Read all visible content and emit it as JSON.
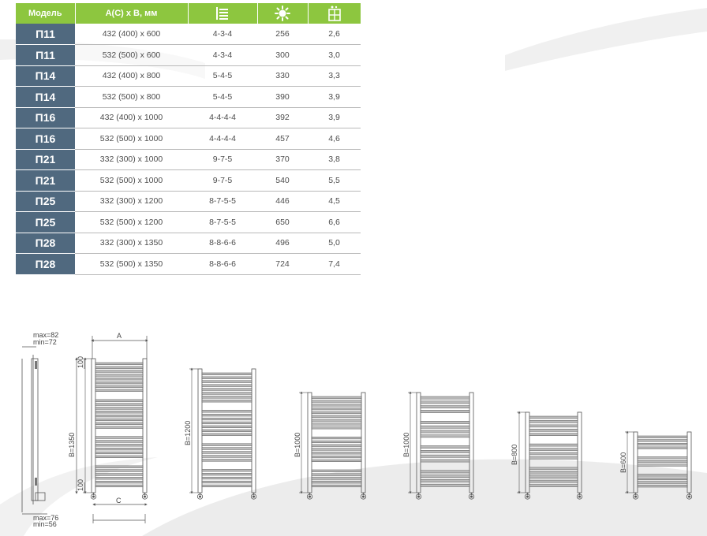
{
  "table": {
    "headers": {
      "model": "Модель",
      "dimensions": "A(C) x B,  мм",
      "sections_icon": "sections-icon",
      "heat_icon": "heat-output-icon",
      "weight_icon": "weight-icon"
    },
    "rows": [
      {
        "model": "П11",
        "size": "432 (400) x 600",
        "sections": "4-3-4",
        "power": "256",
        "weight": "2,6"
      },
      {
        "model": "П11",
        "size": "532 (500) x 600",
        "sections": "4-3-4",
        "power": "300",
        "weight": "3,0"
      },
      {
        "model": "П14",
        "size": "432 (400) x 800",
        "sections": "5-4-5",
        "power": "330",
        "weight": "3,3"
      },
      {
        "model": "П14",
        "size": "532 (500) x 800",
        "sections": "5-4-5",
        "power": "390",
        "weight": "3,9"
      },
      {
        "model": "П16",
        "size": "432 (400) x 1000",
        "sections": "4-4-4-4",
        "power": "392",
        "weight": "3,9"
      },
      {
        "model": "П16",
        "size": "532 (500) x 1000",
        "sections": "4-4-4-4",
        "power": "457",
        "weight": "4,6"
      },
      {
        "model": "П21",
        "size": "332 (300) x 1000",
        "sections": "9-7-5",
        "power": "370",
        "weight": "3,8"
      },
      {
        "model": "П21",
        "size": "532 (500) x 1000",
        "sections": "9-7-5",
        "power": "540",
        "weight": "5,5"
      },
      {
        "model": "П25",
        "size": "332 (300) x 1200",
        "sections": "8-7-5-5",
        "power": "446",
        "weight": "4,5"
      },
      {
        "model": "П25",
        "size": "532 (500) x 1200",
        "sections": "8-7-5-5",
        "power": "650",
        "weight": "6,6"
      },
      {
        "model": "П28",
        "size": "332 (300) x 1350",
        "sections": "8-8-6-6",
        "power": "496",
        "weight": "5,0"
      },
      {
        "model": "П28",
        "size": "532 (500) x 1350",
        "sections": "8-8-6-6",
        "power": "724",
        "weight": "7,4"
      }
    ]
  },
  "drawings": {
    "side_view": {
      "max_top": "max=82",
      "min_top": "min=72",
      "max_bottom": "max=76",
      "min_bottom": "min=56"
    },
    "main": {
      "label_a": "A",
      "label_c": "C",
      "label_b": "B=1350",
      "gap_top": "100",
      "gap_bottom": "100"
    },
    "b1200": "B=1200",
    "b1000a": "B=1000",
    "b1000b": "B=1000",
    "b800": "B=800",
    "b600": "B=600"
  },
  "colors": {
    "header_green": "#8dc63f",
    "model_blue": "#50697f",
    "swoosh_gray": "#ececec"
  }
}
